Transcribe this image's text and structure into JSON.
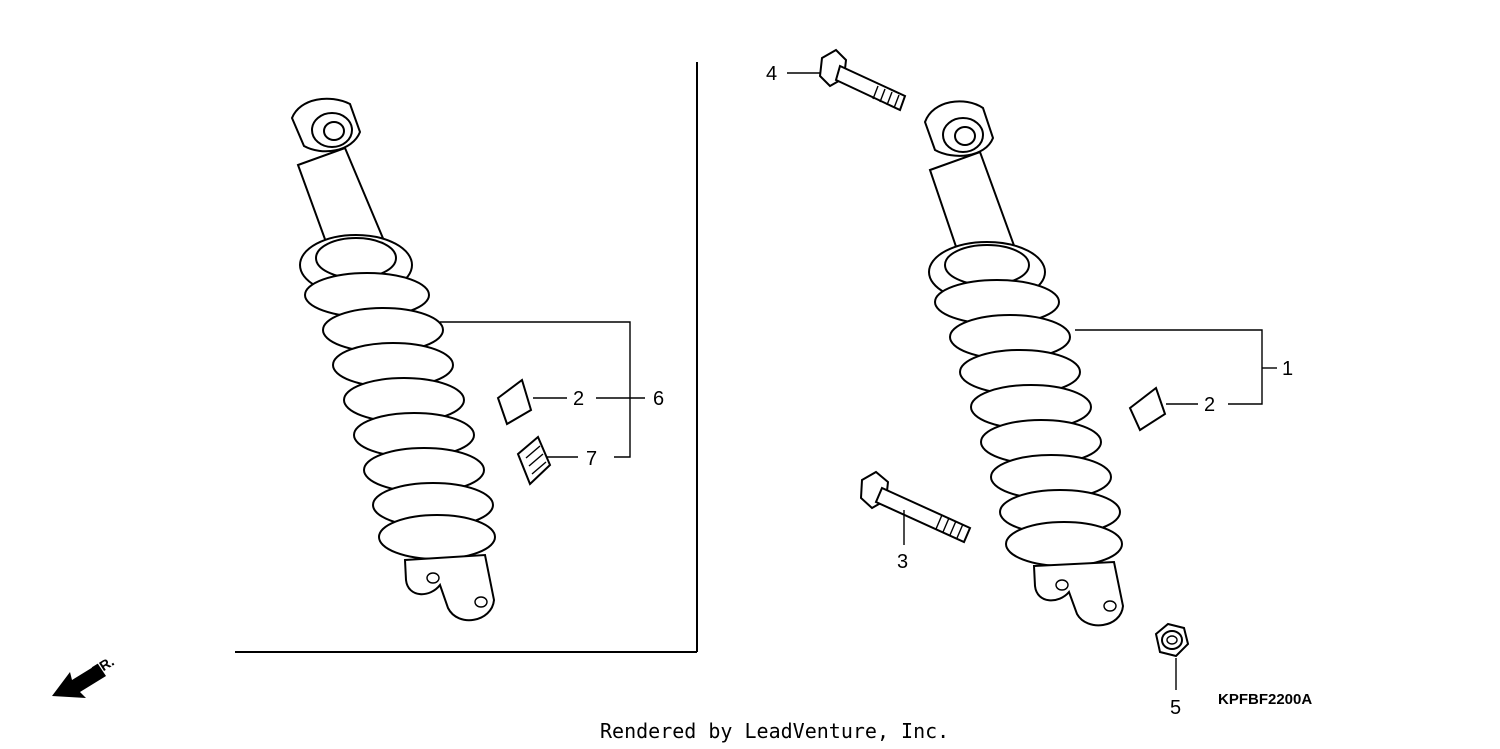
{
  "callouts": {
    "left_seal_label": "2",
    "left_assembly_label": "6",
    "left_decal_label": "7",
    "right_assembly_label": "1",
    "right_seal_label": "2",
    "upper_bolt_label": "4",
    "lower_bolt_label": "3",
    "nut_label": "5"
  },
  "diagram_code": "KPFBF2200A",
  "front_indicator": "FR.",
  "credit": "Rendered by LeadVenture, Inc.",
  "icons": {
    "front_arrow": "arrow-down-left-icon"
  },
  "colors": {
    "line": "#000000",
    "background": "#ffffff"
  }
}
